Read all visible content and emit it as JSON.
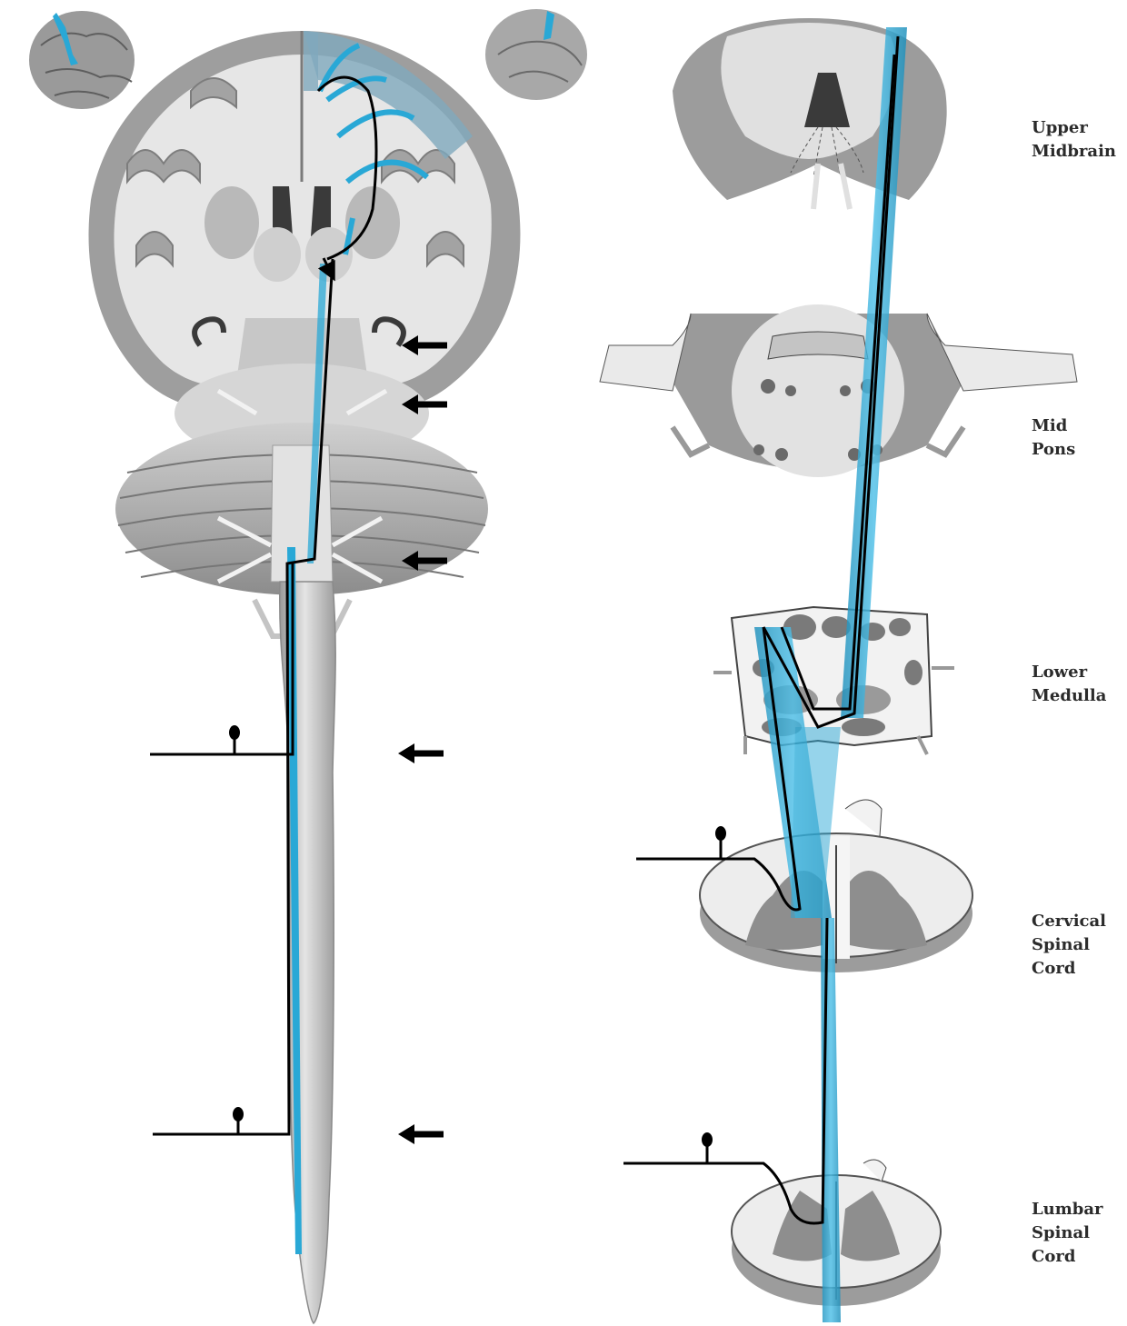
{
  "colors": {
    "tract": "#29a8d6",
    "tract_dark": "#0e7ea8",
    "neuron": "#000000",
    "tissue_dark": "#8e8e8e",
    "tissue_mid": "#b4b4b4",
    "tissue_light": "#e8e8e8",
    "background": "#ffffff"
  },
  "levels": [
    {
      "id": "upper-midbrain",
      "lines": [
        "Upper",
        "Midbrain"
      ]
    },
    {
      "id": "mid-pons",
      "lines": [
        "Mid",
        "Pons"
      ]
    },
    {
      "id": "lower-medulla",
      "lines": [
        "Lower",
        "Medulla"
      ]
    },
    {
      "id": "cervical-spinal-cord",
      "lines": [
        "Cervical",
        "Spinal",
        "Cord"
      ]
    },
    {
      "id": "lumbar-spinal-cord",
      "lines": [
        "Lumbar",
        "Spinal",
        "Cord"
      ]
    }
  ],
  "icons": [
    "brain-lateral-view-icon",
    "brain-medial-view-icon",
    "level-pointer-arrow-icon",
    "sensory-neuron-cell-body-icon"
  ]
}
